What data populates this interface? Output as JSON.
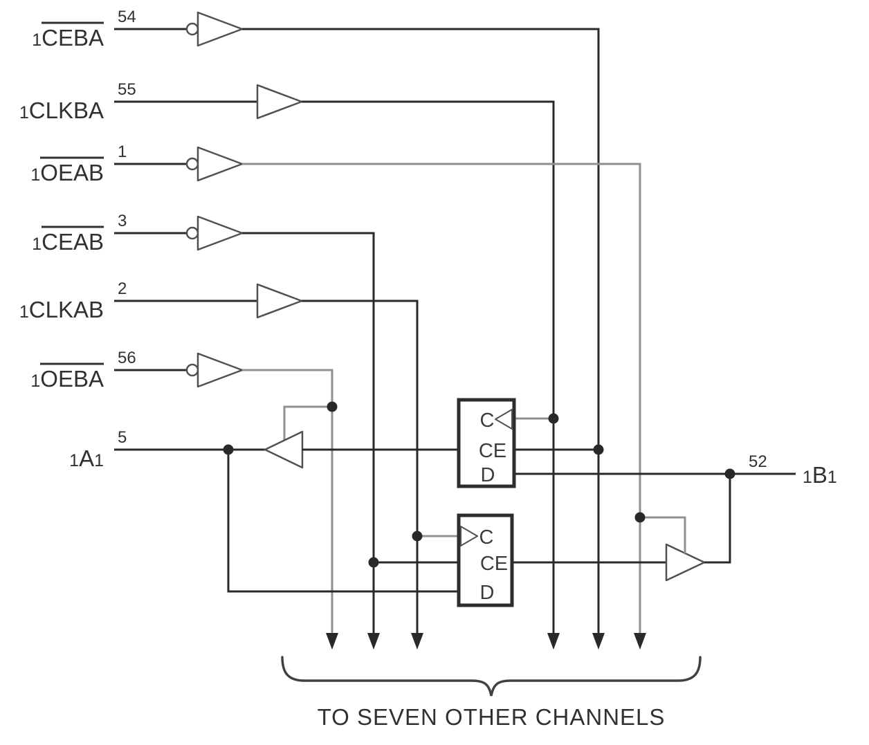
{
  "signals": [
    {
      "prefix": "1",
      "name": "CEBA",
      "pin": "54"
    },
    {
      "prefix": "1",
      "name": "CLKBA",
      "pin": "55"
    },
    {
      "prefix": "1",
      "name": "OEAB",
      "pin": "1"
    },
    {
      "prefix": "1",
      "name": "CEAB",
      "pin": "3"
    },
    {
      "prefix": "1",
      "name": "CLKAB",
      "pin": "2"
    },
    {
      "prefix": "1",
      "name": "OEBA",
      "pin": "56"
    },
    {
      "prefix": "1",
      "name": "A",
      "suffix": "1",
      "pin": "5"
    }
  ],
  "output_signal": {
    "prefix": "1",
    "name": "B",
    "suffix": "1",
    "pin": "52"
  },
  "registers": {
    "upper": {
      "clock_label": "C",
      "enable_label": "CE",
      "data_label": "D"
    },
    "lower": {
      "clock_label": "C",
      "enable_label": "CE",
      "data_label": "D"
    }
  },
  "footer_label": "TO SEVEN OTHER CHANNELS",
  "colors": {
    "wire": "#27292b",
    "secondary_wire": "#8e9093"
  }
}
